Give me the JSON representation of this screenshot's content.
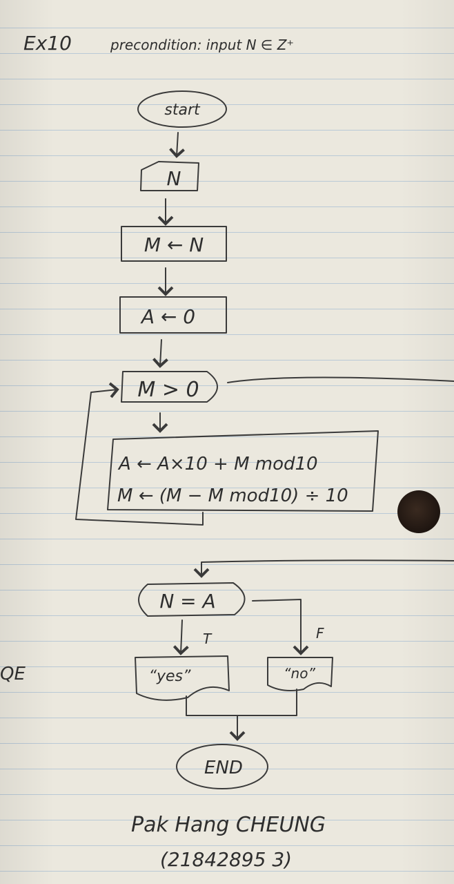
{
  "header": {
    "exercise": "Ex10",
    "precondition": "precondition: input N ∈ Z⁺"
  },
  "flowchart": {
    "start": "start",
    "input": "N",
    "assign_m": "M ← N",
    "assign_a": "A ← 0",
    "loop_condition": "M > 0",
    "loop_body_line1": "A ← A×10 + M mod10",
    "loop_body_line2": "M ← (M − M mod10) ÷ 10",
    "compare": "N = A",
    "true_label": "T",
    "false_label": "F",
    "output_true": "“yes”",
    "output_false": "“no”",
    "end": "END"
  },
  "margin_mark": "QE",
  "signature": {
    "name": "Pak Hang CHEUNG",
    "student_id": "(21842895 3)"
  }
}
